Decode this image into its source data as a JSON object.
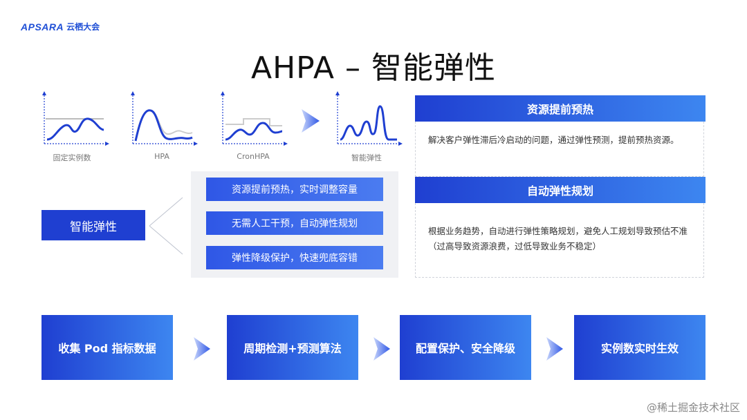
{
  "logo": {
    "mark": "APSARA",
    "cn": "云栖大会"
  },
  "title": "AHPA – 智能弹性",
  "mini_charts": {
    "labels": [
      "固定实例数",
      "HPA",
      "CronHPA",
      "智能弹性"
    ]
  },
  "smart": {
    "label": "智能弹性",
    "features": [
      "资源提前预热，实时调整容量",
      "无需人工干预，自动弹性规划",
      "弹性降级保护，快速兜底容错"
    ]
  },
  "right_panel": {
    "section1_title": "资源提前预热",
    "section1_text": "解决客户弹性滞后冷启动的问题，通过弹性预测，提前预热资源。",
    "section2_title": "自动弹性规划",
    "section2_text": "根据业务趋势，自动进行弹性策略规划，避免人工规划导致预估不准（过高导致资源浪费，过低导致业务不稳定）"
  },
  "flow": [
    "收集 Pod 指标数据",
    "周期检测+预测算法",
    "配置保护、安全降级",
    "实例数实时生效"
  ],
  "watermark": "@稀土掘金技术社区",
  "colors": {
    "accent": "#1f3fd1",
    "accent_light": "#3d86f0",
    "panel_bg": "#f0f1f4"
  }
}
